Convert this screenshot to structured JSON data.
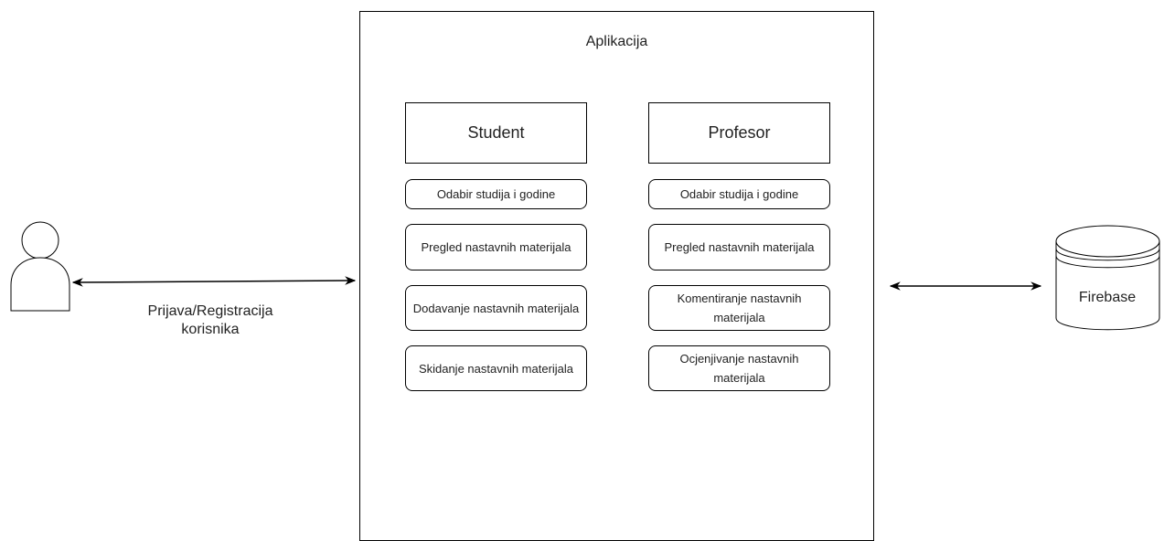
{
  "app": {
    "title": "Aplikacija"
  },
  "roles": {
    "student": {
      "label": "Student",
      "features": [
        "Odabir studija i godine",
        "Pregled nastavnih materijala",
        "Dodavanje nastavnih materijala",
        "Skidanje nastavnih materijala"
      ]
    },
    "profesor": {
      "label": "Profesor",
      "features": [
        "Odabir studija i godine",
        "Pregled nastavnih materijala",
        "Komentiranje nastavnih materijala",
        "Ocjenjivanje nastavnih materijala"
      ]
    }
  },
  "user_link": {
    "label": "Prijava/Registracija\nkorisnika"
  },
  "database": {
    "label": "Firebase"
  },
  "colors": {
    "stroke": "#000000",
    "text": "#222222",
    "background": "#ffffff"
  }
}
